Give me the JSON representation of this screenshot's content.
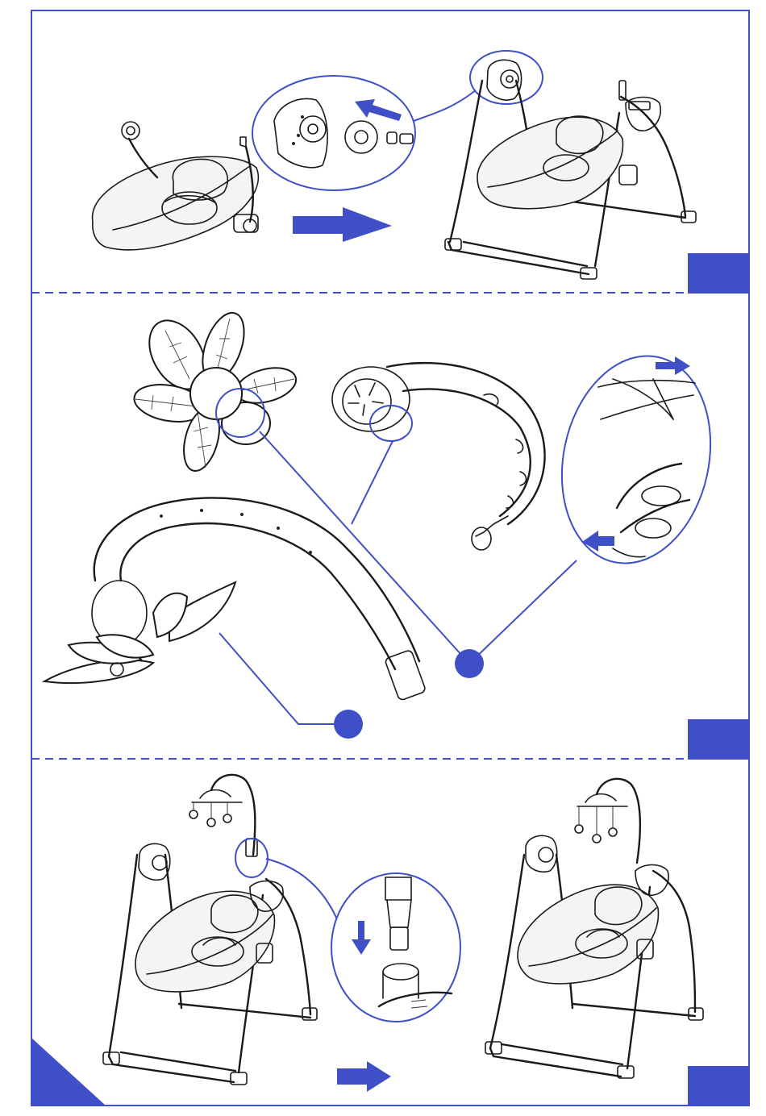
{
  "colors": {
    "accent": "#3f4fc8",
    "frame": "#3f4fc8",
    "line_art": "#1a1a1a",
    "background": "#ffffff"
  },
  "panels": [
    {
      "id": "attach-music-box",
      "step_marker": "blue-tab"
    },
    {
      "id": "assemble-mobile",
      "step_marker": "blue-tab",
      "callouts": [
        "blue-dot",
        "blue-dot"
      ]
    },
    {
      "id": "insert-mobile",
      "step_marker": "blue-tab"
    }
  ],
  "icons": [
    "arrow-right-icon",
    "arrow-left-icon",
    "arrow-down-icon",
    "magnifier-callout-icon"
  ]
}
